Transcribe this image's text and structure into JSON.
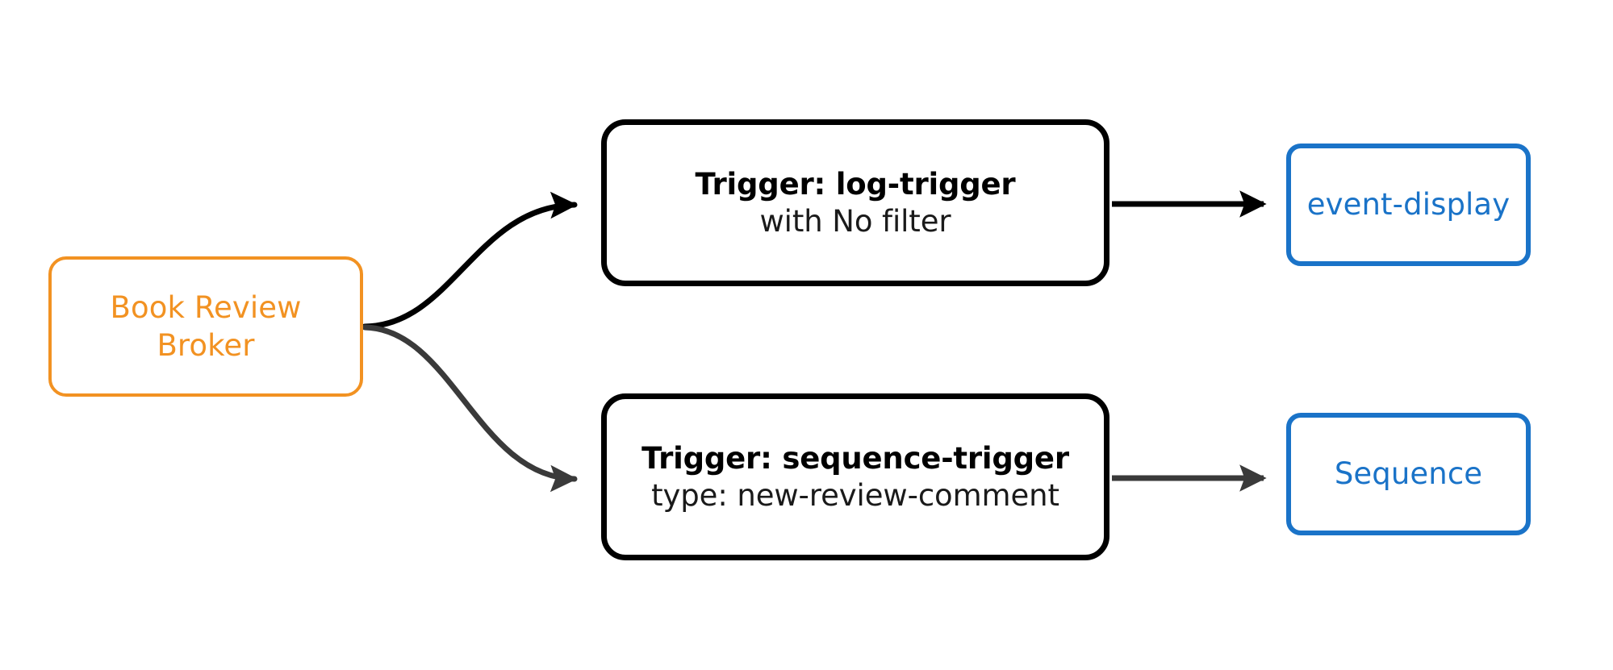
{
  "diagram": {
    "background_color": "#ffffff",
    "broker": {
      "id": "book-review-broker",
      "line1": "Book Review",
      "line2": "Broker",
      "color": "#F29222"
    },
    "triggers": [
      {
        "id": "log-trigger",
        "title": "Trigger: log-trigger",
        "subtitle": "with No filter",
        "color": "#000000"
      },
      {
        "id": "sequence-trigger",
        "title": "Trigger: sequence-trigger",
        "subtitle": "type: new-review-comment",
        "color": "#000000"
      }
    ],
    "sinks": [
      {
        "id": "event-display",
        "label": "event-display",
        "color": "#1A73C8"
      },
      {
        "id": "sequence",
        "label": "Sequence",
        "color": "#1A73C8"
      }
    ],
    "edges": [
      {
        "id": "broker-to-log-trigger",
        "from": "book-review-broker",
        "to": "log-trigger",
        "style": "curved",
        "color": "#000000"
      },
      {
        "id": "broker-to-sequence-trigger",
        "from": "book-review-broker",
        "to": "sequence-trigger",
        "style": "curved",
        "color": "#3a3a3a"
      },
      {
        "id": "log-trigger-to-event-display",
        "from": "log-trigger",
        "to": "event-display",
        "style": "straight",
        "color": "#000000"
      },
      {
        "id": "sequence-trigger-to-sequence",
        "from": "sequence-trigger",
        "to": "sequence",
        "style": "straight",
        "color": "#3a3a3a"
      }
    ]
  }
}
